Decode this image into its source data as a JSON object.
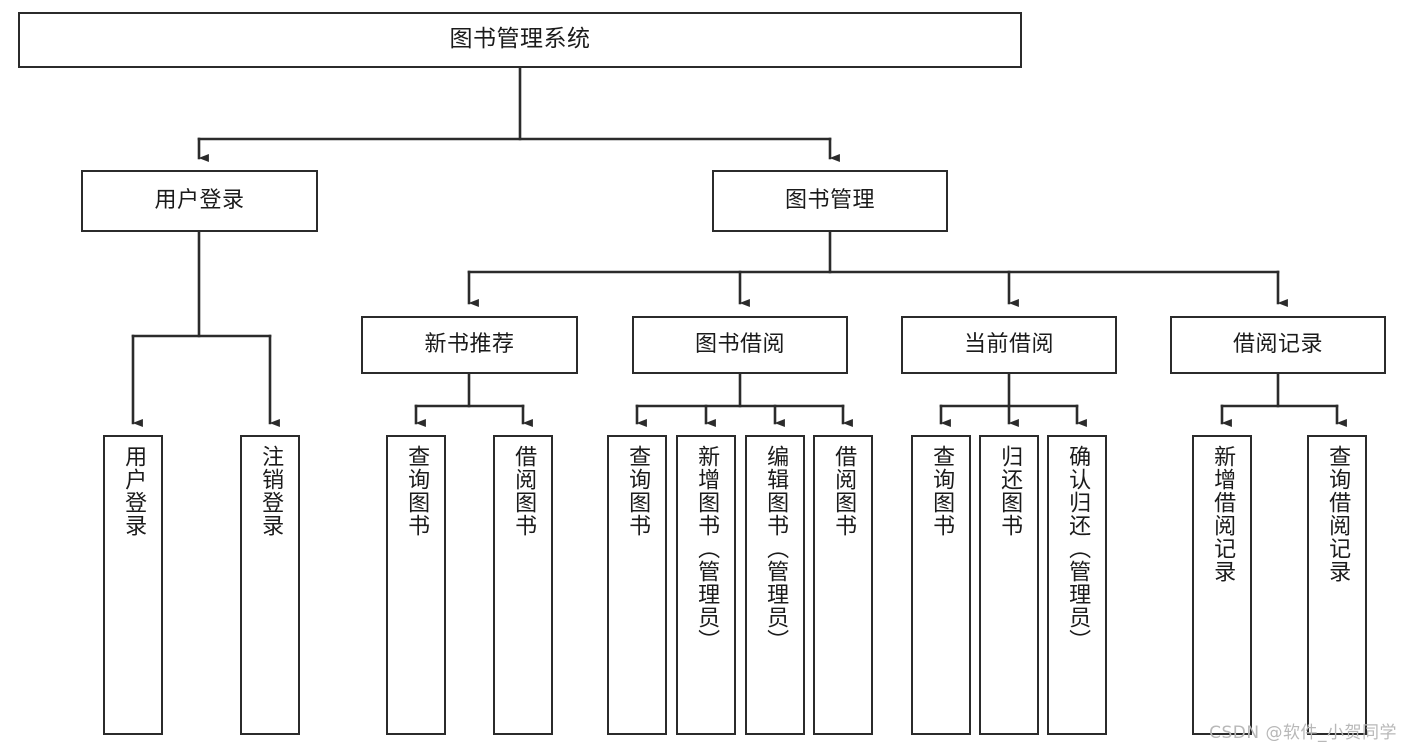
{
  "diagram": {
    "title": "图书管理系统",
    "type": "tree-hierarchy",
    "watermark": "CSDN @软件_小贺同学",
    "colors": {
      "box_border": "#2b2b2b",
      "box_fill": "#ffffff",
      "edge": "#2b2b2b",
      "text": "#1b1b1b",
      "watermark": "#b8b8b8"
    },
    "nodes": {
      "root": {
        "label": "图书管理系统",
        "level": 1,
        "orientation": "horizontal"
      },
      "l2": [
        {
          "id": "user_login",
          "label": "用户登录",
          "level": 2,
          "orientation": "horizontal"
        },
        {
          "id": "book_mgmt",
          "label": "图书管理",
          "level": 2,
          "orientation": "horizontal"
        }
      ],
      "l3": [
        {
          "id": "new_book_rec",
          "label": "新书推荐",
          "level": 3,
          "orientation": "horizontal"
        },
        {
          "id": "book_borrow",
          "label": "图书借阅",
          "level": 3,
          "orientation": "horizontal"
        },
        {
          "id": "current_borrow",
          "label": "当前借阅",
          "level": 3,
          "orientation": "horizontal"
        },
        {
          "id": "borrow_record",
          "label": "借阅记录",
          "level": 3,
          "orientation": "horizontal"
        }
      ],
      "leaves": {
        "user_login": [
          {
            "id": "leaf_user_login",
            "label": "用户登录"
          },
          {
            "id": "leaf_user_logout",
            "label": "注销登录"
          }
        ],
        "new_book_rec": [
          {
            "id": "leaf_query_book_1",
            "label": "查询图书"
          },
          {
            "id": "leaf_borrow_book_1",
            "label": "借阅图书"
          }
        ],
        "book_borrow": [
          {
            "id": "leaf_query_book_2",
            "label": "查询图书"
          },
          {
            "id": "leaf_add_book",
            "label": "新增图书（管理员）"
          },
          {
            "id": "leaf_edit_book",
            "label": "编辑图书（管理员）"
          },
          {
            "id": "leaf_borrow_book_2",
            "label": "借阅图书"
          }
        ],
        "current_borrow": [
          {
            "id": "leaf_query_book_3",
            "label": "查询图书"
          },
          {
            "id": "leaf_return_book",
            "label": "归还图书"
          },
          {
            "id": "leaf_confirm_return",
            "label": "确认归还（管理员）"
          }
        ],
        "borrow_record": [
          {
            "id": "leaf_add_record",
            "label": "新增借阅记录"
          },
          {
            "id": "leaf_query_record",
            "label": "查询借阅记录"
          }
        ]
      }
    }
  }
}
